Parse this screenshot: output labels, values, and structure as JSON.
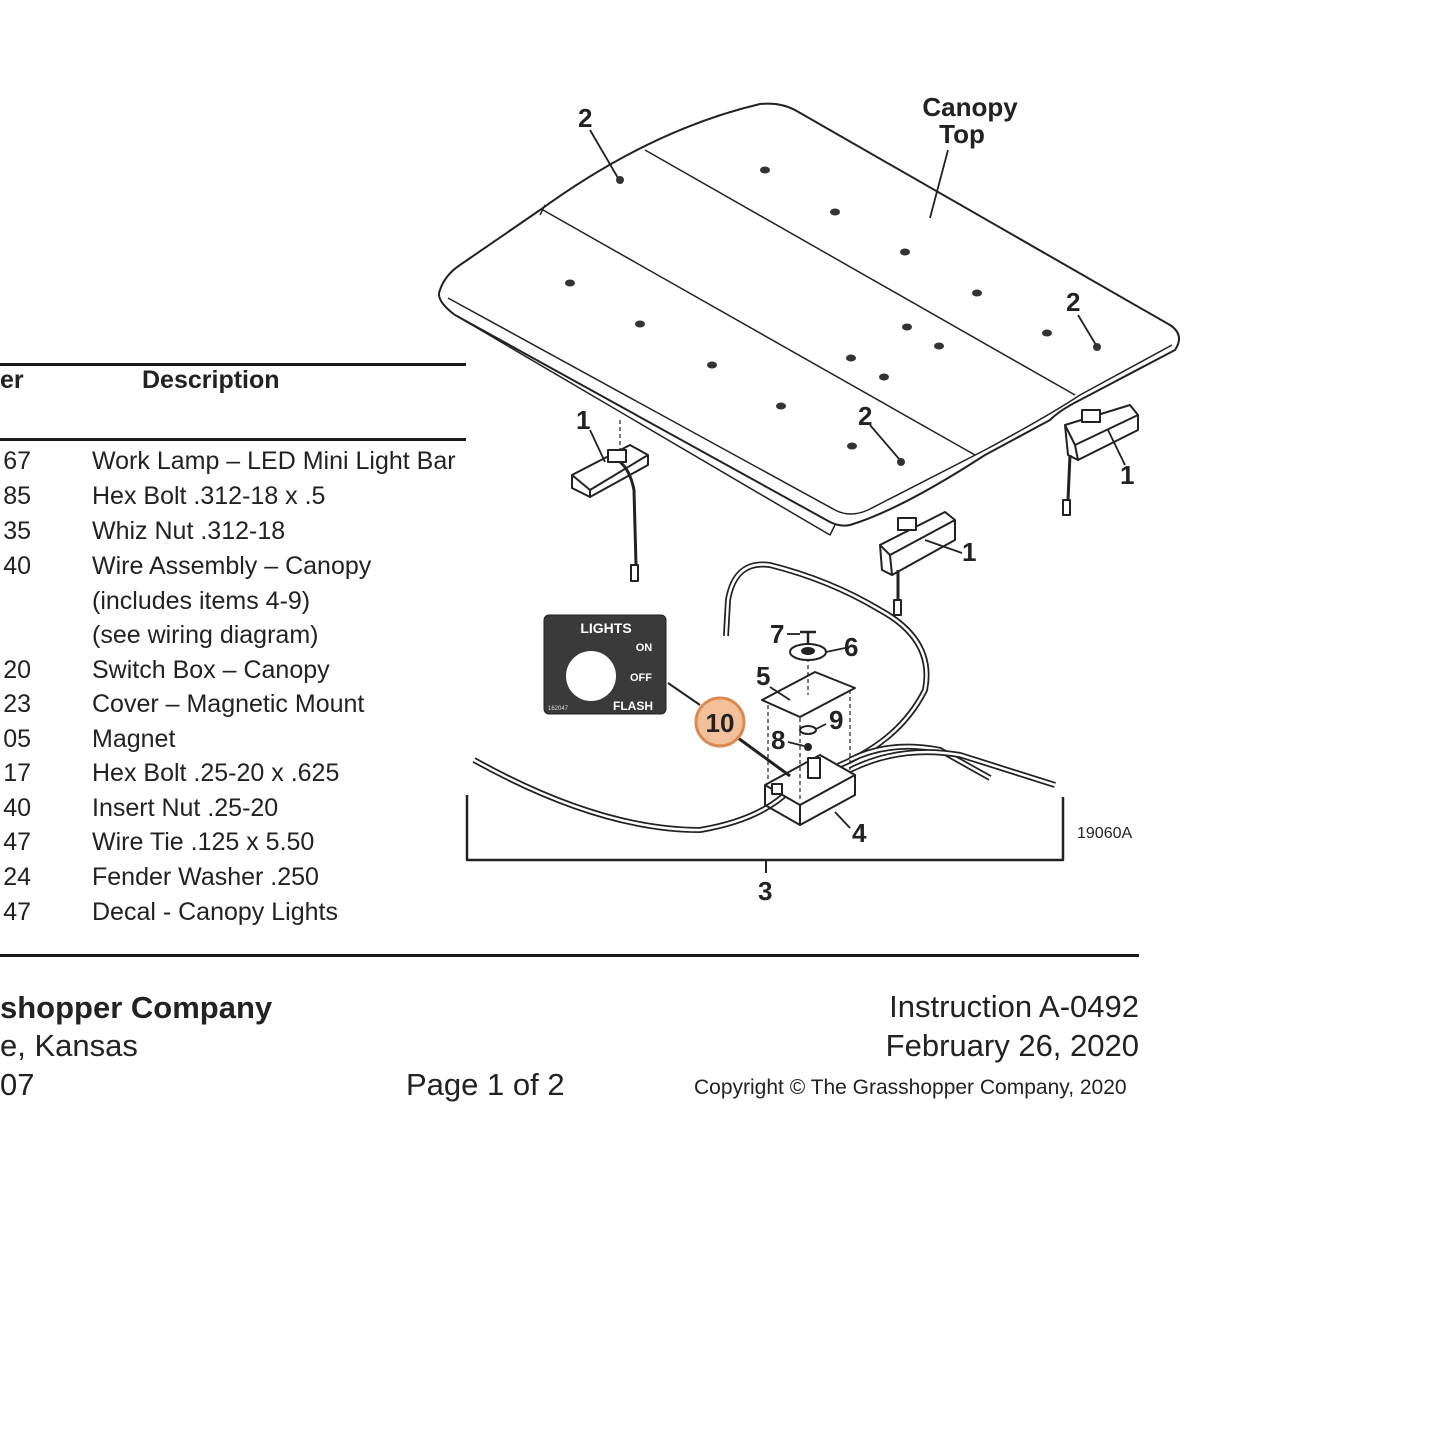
{
  "table": {
    "header_number_fragment": "er",
    "header_description": "Description",
    "rows": [
      {
        "part": "67",
        "desc": "Work Lamp – LED Mini Light Bar"
      },
      {
        "part": "85",
        "desc": "Hex Bolt .312-18 x .5"
      },
      {
        "part": "35",
        "desc": "Whiz Nut .312-18"
      },
      {
        "part": "40",
        "desc": "Wire Assembly – Canopy"
      },
      {
        "part": "",
        "desc": "(includes items 4-9)"
      },
      {
        "part": "",
        "desc": "(see wiring diagram)"
      },
      {
        "part": "20",
        "desc": "Switch Box – Canopy"
      },
      {
        "part": "23",
        "desc": "Cover – Magnetic Mount"
      },
      {
        "part": "05",
        "desc": "Magnet"
      },
      {
        "part": "17",
        "desc": "Hex Bolt .25-20 x .625"
      },
      {
        "part": "40",
        "desc": "Insert Nut .25-20"
      },
      {
        "part": "47",
        "desc": "Wire Tie .125 x 5.50"
      },
      {
        "part": "24",
        "desc": "Fender Washer .250"
      },
      {
        "part": "47",
        "desc": "Decal - Canopy Lights"
      }
    ]
  },
  "diagram": {
    "canopy_label_line1": "Canopy",
    "canopy_label_line2": "Top",
    "callouts": {
      "c1a": "1",
      "c1b": "1",
      "c1c": "1",
      "c2a": "2",
      "c2b": "2",
      "c2c": "2",
      "c3": "3",
      "c4": "4",
      "c5": "5",
      "c6": "6",
      "c7": "7",
      "c8": "8",
      "c9": "9",
      "c10": "10"
    },
    "figure_code": "19060A",
    "decal": {
      "title": "LIGHTS",
      "on": "ON",
      "off": "OFF",
      "flash": "FLASH",
      "code": "162047"
    },
    "highlight_color": "#f2c09a",
    "highlight_stroke": "#d98a50"
  },
  "footer": {
    "company": "shopper Company",
    "city": "e, Kansas",
    "phone_fragment": "07",
    "page": "Page 1 of 2",
    "instruction": "Instruction A-0492",
    "date": "February 26, 2020",
    "copyright": "Copyright © The Grasshopper Company, 2020"
  }
}
